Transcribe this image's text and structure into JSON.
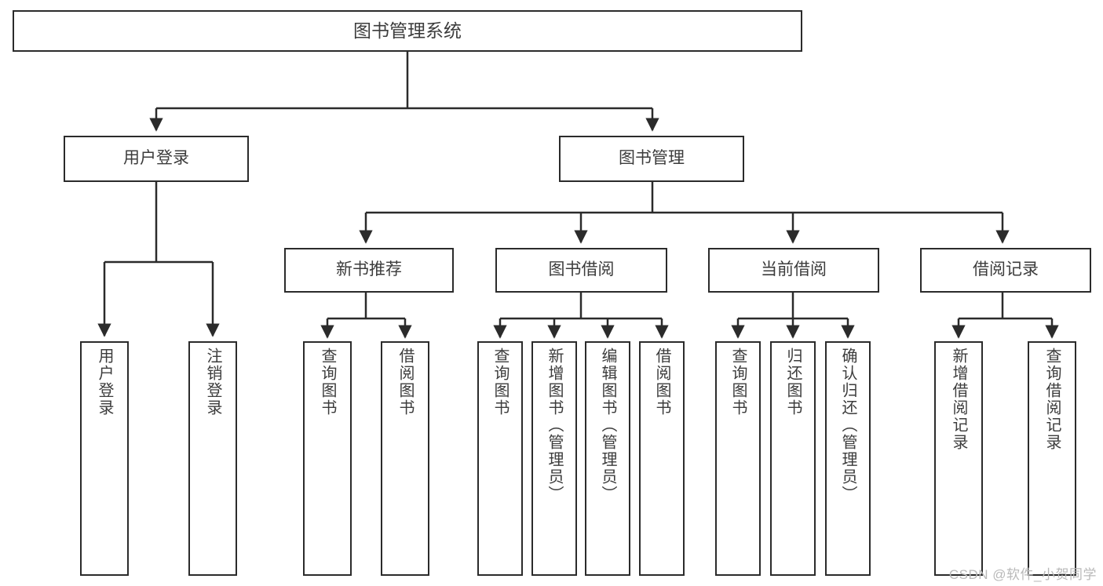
{
  "diagram": {
    "title": "图书管理系统",
    "type": "tree",
    "watermark": "CSDN @软件_小贺同学",
    "colors": {
      "stroke": "#2b2b2b",
      "text": "#3c3c3c",
      "background": "#ffffff",
      "watermark": "#b9b9b9"
    },
    "nodes": {
      "root": {
        "label": "图书管理系统"
      },
      "level2": [
        {
          "id": "user-login",
          "label": "用户登录"
        },
        {
          "id": "book-management",
          "label": "图书管理"
        }
      ],
      "level3": [
        {
          "id": "new-book-recommend",
          "label": "新书推荐"
        },
        {
          "id": "book-borrow",
          "label": "图书借阅"
        },
        {
          "id": "current-borrow",
          "label": "当前借阅"
        },
        {
          "id": "borrow-record",
          "label": "借阅记录"
        }
      ],
      "leaves": {
        "user-login": [
          {
            "id": "leaf-user-login",
            "label": "用户登录"
          },
          {
            "id": "leaf-logout-login",
            "label": "注销登录"
          }
        ],
        "new-book-recommend": [
          {
            "id": "leaf-query-book-1",
            "label": "查询图书"
          },
          {
            "id": "leaf-borrow-book-1",
            "label": "借阅图书"
          }
        ],
        "book-borrow": [
          {
            "id": "leaf-query-book-2",
            "label": "查询图书"
          },
          {
            "id": "leaf-add-book",
            "label": "新增图书（管理员）"
          },
          {
            "id": "leaf-edit-book",
            "label": "编辑图书（管理员）"
          },
          {
            "id": "leaf-borrow-book-2",
            "label": "借阅图书"
          }
        ],
        "current-borrow": [
          {
            "id": "leaf-query-book-3",
            "label": "查询图书"
          },
          {
            "id": "leaf-return-book",
            "label": "归还图书"
          },
          {
            "id": "leaf-confirm-return",
            "label": "确认归还（管理员）"
          }
        ],
        "borrow-record": [
          {
            "id": "leaf-add-record",
            "label": "新增借阅记录"
          },
          {
            "id": "leaf-query-record",
            "label": "查询借阅记录"
          }
        ]
      }
    }
  }
}
